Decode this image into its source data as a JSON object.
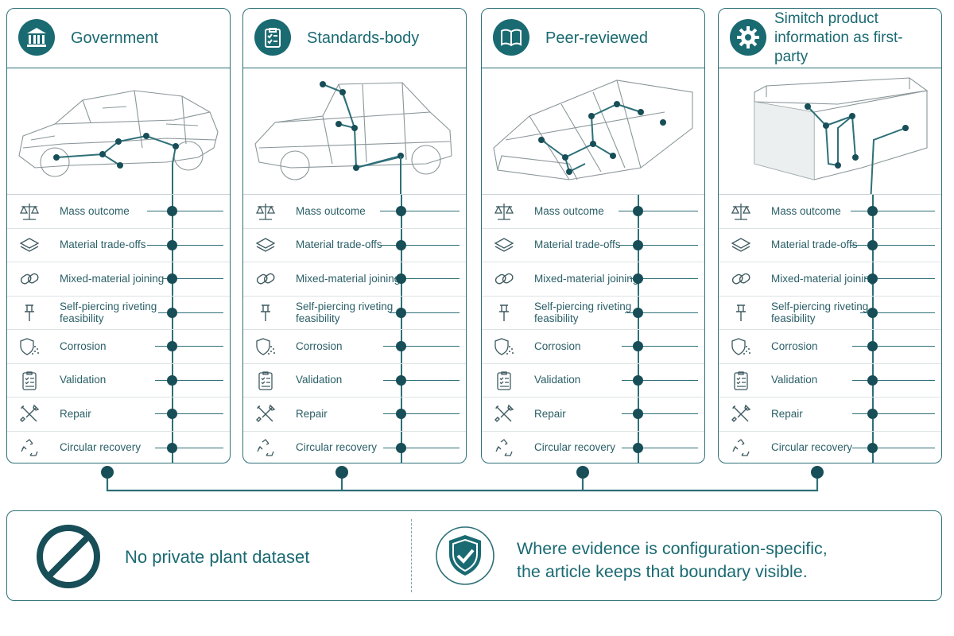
{
  "cards": [
    {
      "title": "Government",
      "icon": "government-building-icon"
    },
    {
      "title": "Standards-body",
      "icon": "clipboard-checklist-icon"
    },
    {
      "title": "Peer-reviewed",
      "icon": "open-book-icon"
    },
    {
      "title": "Simitch product information as first-party",
      "icon": "gear-icon"
    }
  ],
  "criteria": [
    {
      "label": "Mass outcome",
      "icon": "balance-scale-icon"
    },
    {
      "label": "Material trade-offs",
      "icon": "layers-icon"
    },
    {
      "label": "Mixed-material joining",
      "icon": "chain-link-icon"
    },
    {
      "label": "Self-piercing riveting feasibility",
      "icon": "rivet-icon"
    },
    {
      "label": "Corrosion",
      "icon": "corrosion-shield-icon"
    },
    {
      "label": "Validation",
      "icon": "checklist-icon"
    },
    {
      "label": "Repair",
      "icon": "wrench-screwdriver-icon"
    },
    {
      "label": "Circular recovery",
      "icon": "recycle-icon"
    }
  ],
  "illustrations": [
    "car-body-in-white",
    "car-body-frame",
    "vehicle-underbody-frame",
    "joined-profile-section"
  ],
  "bottom": {
    "left_text": "No private plant dataset",
    "left_icon": "prohibited-icon",
    "right_text_line1": "Where evidence is configuration-specific,",
    "right_text_line2": "the article keeps that boundary visible.",
    "right_icon": "shield-check-icon"
  },
  "colors": {
    "accent": "#1a6a72",
    "dark": "#174e57",
    "line": "#2e7078"
  }
}
